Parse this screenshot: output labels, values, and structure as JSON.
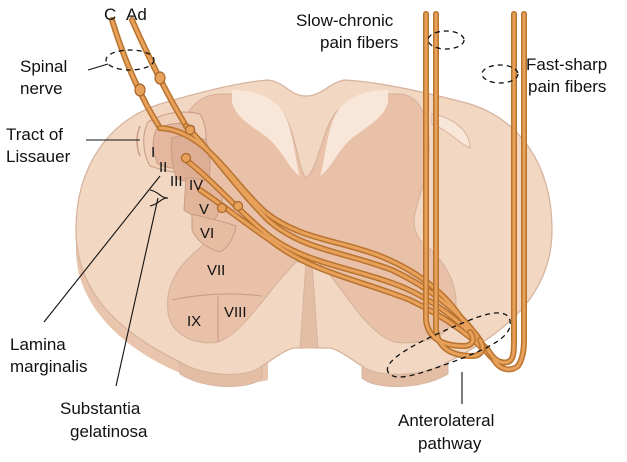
{
  "colors": {
    "cord_outer": "#F2D7C2",
    "cord_edge": "#D7B49E",
    "cord_side": "#E8C5AC",
    "gray_matter": "#E9C0A8",
    "gray_dark": "#DDAE95",
    "white_matter_light": "#F8E7D9",
    "fiber": "#B8732F",
    "fiber_core": "#E8A15A",
    "text": "#111111"
  },
  "fiber_types": {
    "c": "C",
    "ad": "Ad"
  },
  "labels": {
    "spinal_nerve": [
      "Spinal",
      "nerve"
    ],
    "tract_of_lissauer": [
      "Tract of",
      "Lissauer"
    ],
    "lamina_marginalis": [
      "Lamina",
      "marginalis"
    ],
    "substantia_gelatinosa": [
      "Substantia",
      "gelatinosa"
    ],
    "slow_chronic": [
      "Slow-chronic",
      "pain fibers"
    ],
    "fast_sharp": [
      "Fast-sharp",
      "pain fibers"
    ],
    "anterolateral": [
      "Anterolateral",
      "pathway"
    ]
  },
  "laminae": [
    "I",
    "II",
    "III",
    "IV",
    "V",
    "VI",
    "VII",
    "VIII",
    "IX"
  ]
}
